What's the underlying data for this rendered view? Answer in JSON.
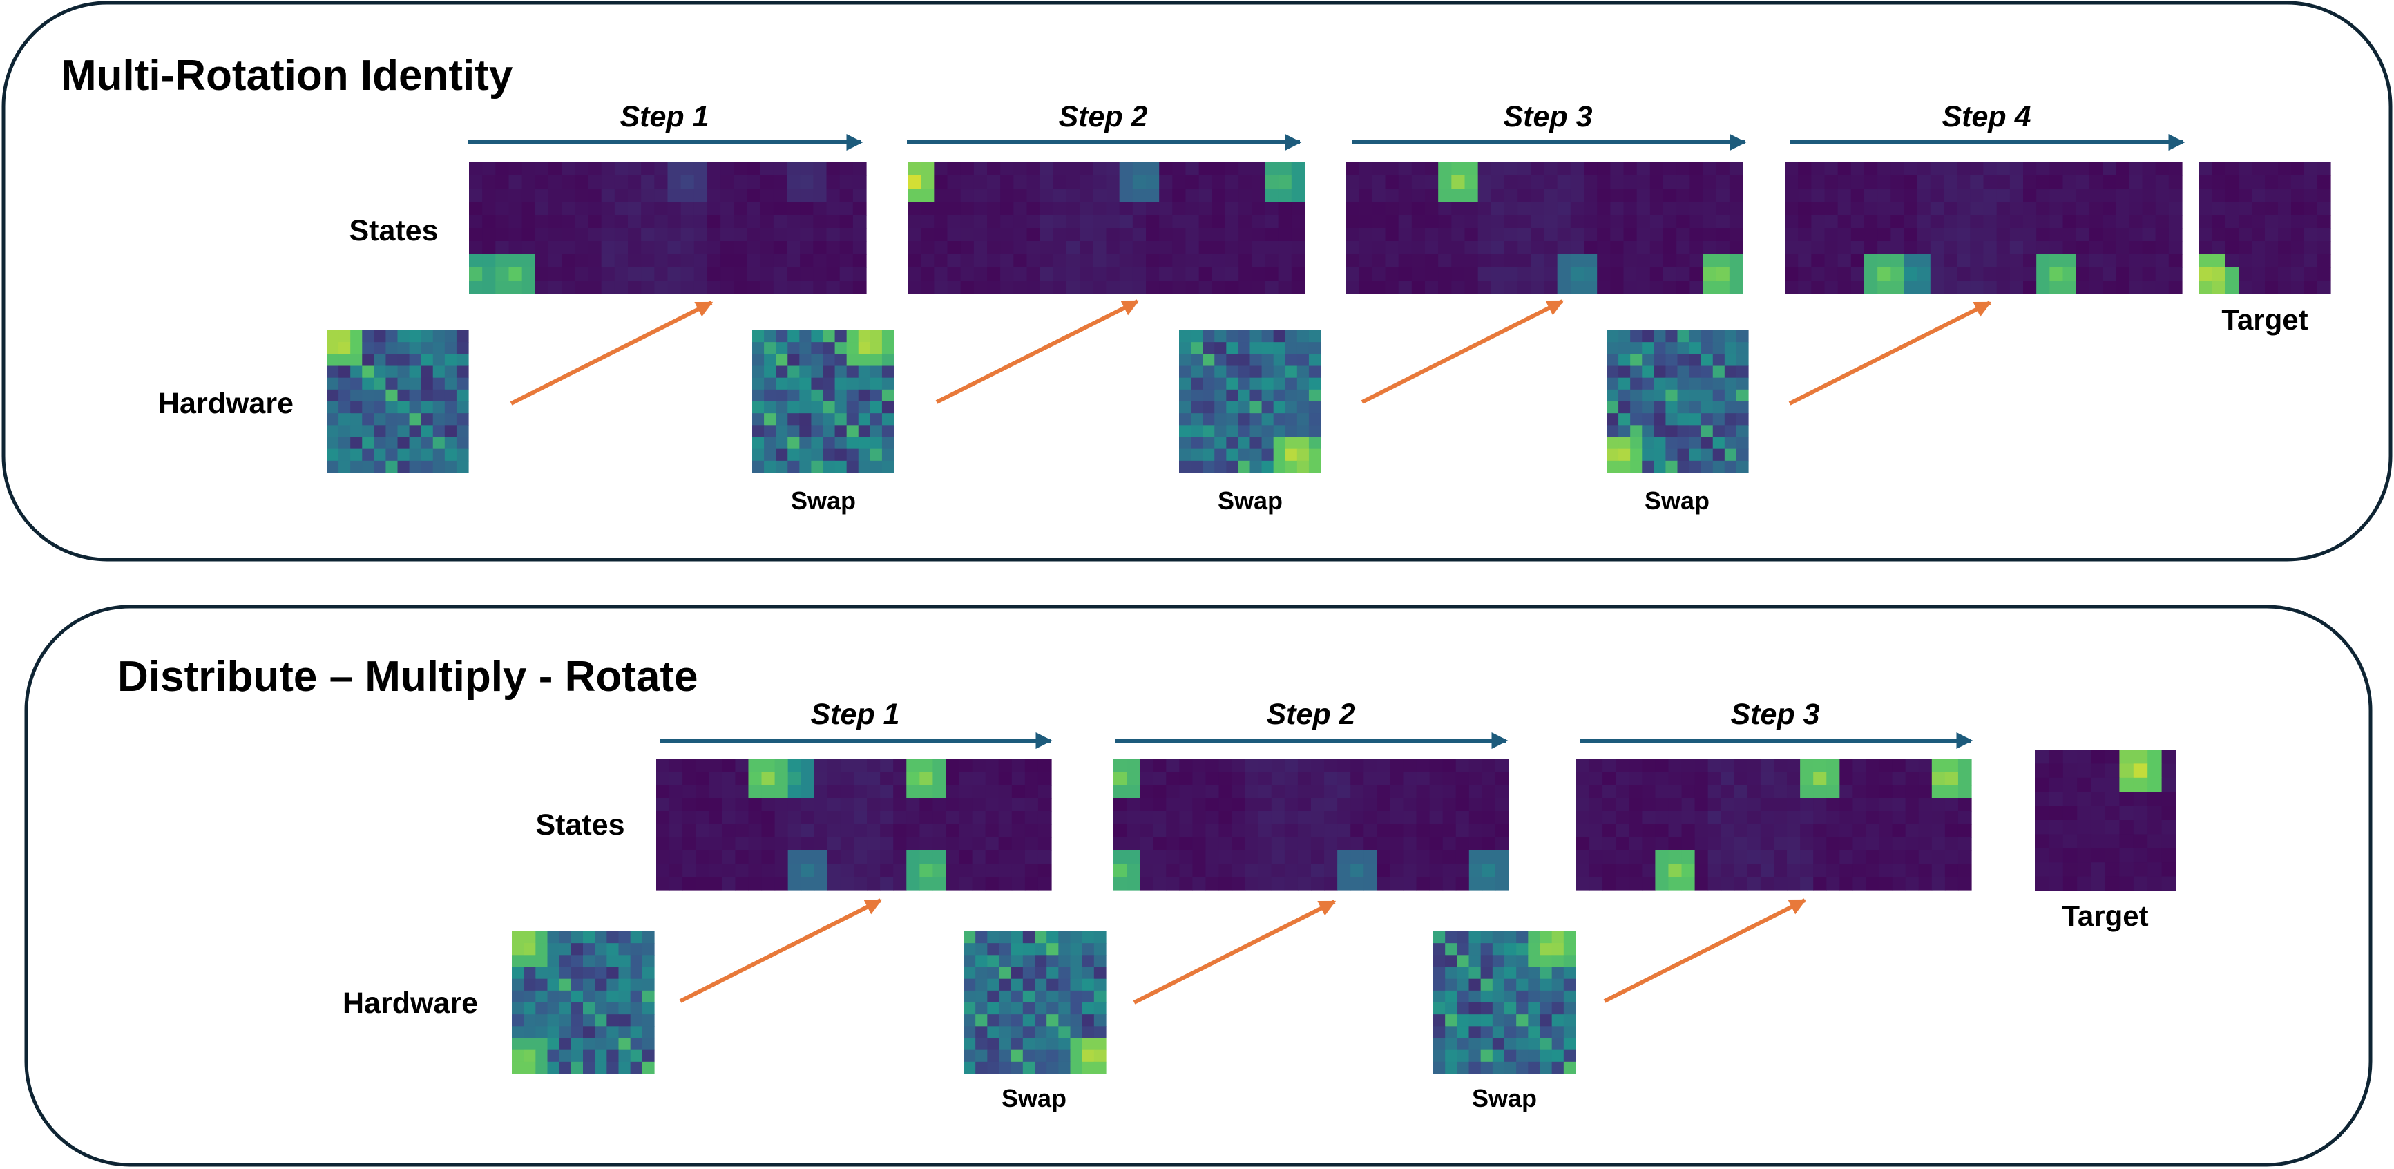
{
  "colors": {
    "panel_border": "#0e2433",
    "step_arrow": "#1d5b7c",
    "transfer_arrow": "#e8793a",
    "matrix_background": "#46105f",
    "viridis_stops": [
      "#440154",
      "#3b528b",
      "#21918c",
      "#5ec962",
      "#fde725"
    ]
  },
  "icons": {
    "step_arrow": "right-arrow",
    "transfer_arrow": "diagonal-up-right-arrow"
  },
  "panels": [
    {
      "title": "Multi-Rotation Identity",
      "row_labels": {
        "states": "States",
        "hardware": "Hardware"
      },
      "steps": [
        {
          "label": "Step 1",
          "state_hotspots": [
            [
              0.1,
              0.55,
              0.2
            ],
            [
              0.1,
              0.85,
              0.15
            ],
            [
              0.9,
              0.0,
              0.7
            ],
            [
              0.9,
              0.1,
              0.75
            ]
          ],
          "hardware_hotspots": [
            [
              0.05,
              0.05,
              0.95
            ],
            [
              0.05,
              0.12,
              0.85
            ],
            [
              0.9,
              0.0,
              0.4
            ],
            [
              0.95,
              0.9,
              0.4
            ]
          ],
          "hardware_caption": ""
        },
        {
          "label": "Step 2",
          "state_hotspots": [
            [
              0.1,
              0.0,
              0.95
            ],
            [
              0.1,
              0.6,
              0.4
            ],
            [
              0.1,
              0.95,
              0.7
            ]
          ],
          "hardware_hotspots": [
            [
              0.05,
              0.85,
              0.95
            ],
            [
              0.05,
              0.92,
              0.85
            ],
            [
              0.9,
              0.0,
              0.4
            ],
            [
              0.95,
              0.9,
              0.4
            ]
          ],
          "hardware_caption": "Swap"
        },
        {
          "label": "Step 3",
          "state_hotspots": [
            [
              0.1,
              0.28,
              0.85
            ],
            [
              0.9,
              0.6,
              0.45
            ],
            [
              0.9,
              0.95,
              0.85
            ]
          ],
          "hardware_hotspots": [
            [
              0.9,
              0.85,
              0.95
            ],
            [
              0.95,
              0.92,
              0.9
            ],
            [
              0.05,
              0.0,
              0.4
            ],
            [
              0.0,
              0.9,
              0.4
            ]
          ],
          "hardware_caption": "Swap"
        },
        {
          "label": "Step 4",
          "state_hotspots": [
            [
              0.9,
              0.25,
              0.8
            ],
            [
              0.9,
              0.32,
              0.5
            ],
            [
              0.9,
              0.7,
              0.8
            ]
          ],
          "hardware_hotspots": [
            [
              0.9,
              0.05,
              0.95
            ],
            [
              0.95,
              0.12,
              0.85
            ],
            [
              0.05,
              0.0,
              0.4
            ],
            [
              0.0,
              0.9,
              0.4
            ]
          ],
          "hardware_caption": "Swap"
        }
      ],
      "target": {
        "label": "Target",
        "hotspots": [
          [
            0.9,
            0.05,
            0.95
          ],
          [
            0.95,
            0.08,
            0.9
          ]
        ]
      }
    },
    {
      "title": "Distribute – Multiply - Rotate",
      "row_labels": {
        "states": "States",
        "hardware": "Hardware"
      },
      "steps": [
        {
          "label": "Step 1",
          "state_hotspots": [
            [
              0.1,
              0.27,
              0.85
            ],
            [
              0.1,
              0.33,
              0.6
            ],
            [
              0.1,
              0.68,
              0.85
            ],
            [
              0.9,
              0.38,
              0.4
            ],
            [
              0.9,
              0.7,
              0.75
            ]
          ],
          "hardware_hotspots": [
            [
              0.05,
              0.05,
              0.9
            ],
            [
              0.95,
              0.05,
              0.85
            ],
            [
              0.05,
              0.95,
              0.3
            ]
          ],
          "hardware_caption": ""
        },
        {
          "label": "Step 2",
          "state_hotspots": [
            [
              0.1,
              0.0,
              0.8
            ],
            [
              0.9,
              0.0,
              0.75
            ],
            [
              0.9,
              0.62,
              0.4
            ],
            [
              0.9,
              0.96,
              0.45
            ]
          ],
          "hardware_hotspots": [
            [
              0.9,
              0.95,
              0.95
            ],
            [
              0.1,
              0.0,
              0.3
            ]
          ],
          "hardware_caption": "Swap"
        },
        {
          "label": "Step 3",
          "state_hotspots": [
            [
              0.1,
              0.62,
              0.85
            ],
            [
              0.1,
              0.95,
              0.9
            ],
            [
              0.9,
              0.25,
              0.85
            ]
          ],
          "hardware_hotspots": [
            [
              0.05,
              0.9,
              0.9
            ],
            [
              0.1,
              0.82,
              0.85
            ],
            [
              0.9,
              0.05,
              0.4
            ],
            [
              0.95,
              0.12,
              0.4
            ]
          ],
          "hardware_caption": "Swap"
        }
      ],
      "target": {
        "label": "Target",
        "hotspots": [
          [
            0.1,
            0.75,
            0.95
          ],
          [
            0.05,
            0.8,
            0.85
          ]
        ]
      }
    }
  ]
}
